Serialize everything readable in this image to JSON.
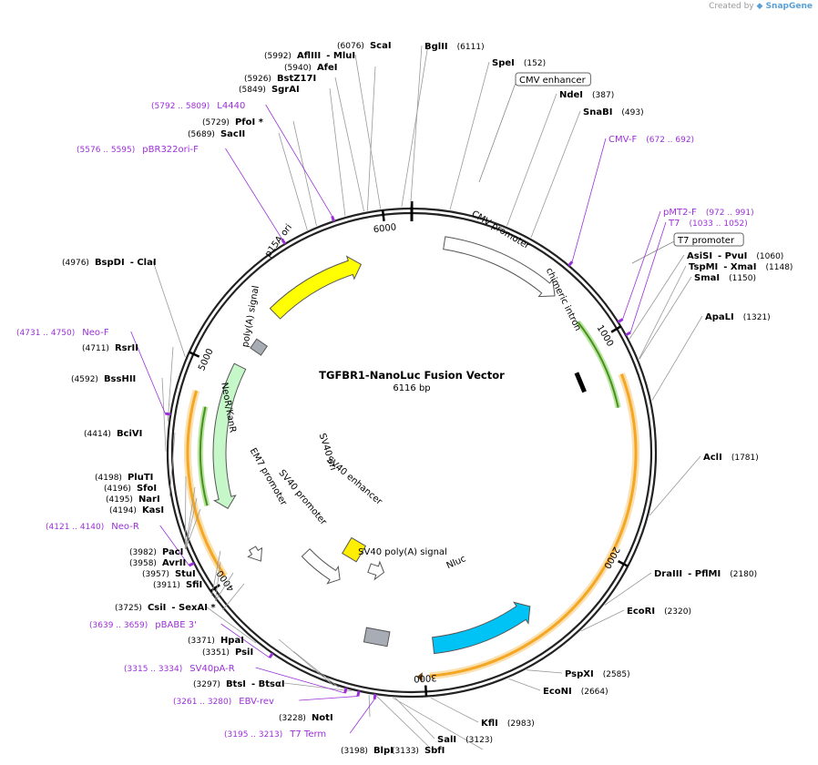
{
  "credit": {
    "prefix": "Created by",
    "brand": "SnapGene"
  },
  "map": {
    "name": "TGFBR1-NanoLuc Fusion Vector",
    "length_text": "6116 bp",
    "length": 6116
  },
  "ticks": [
    {
      "label": "1000"
    },
    {
      "label": "2000"
    },
    {
      "label": "3000"
    },
    {
      "label": "4000"
    },
    {
      "label": "5000"
    },
    {
      "label": "6000"
    }
  ],
  "sites": [
    {
      "text": "BglII",
      "pos": "(6111)"
    },
    {
      "text": "SpeI",
      "pos": "(152)"
    },
    {
      "text": "NdeI",
      "pos": "(387)"
    },
    {
      "text": "SnaBI",
      "pos": "(493)"
    },
    {
      "text": "AsiSI",
      "text2": "- PvuI",
      "pos": "(1060)"
    },
    {
      "text": "TspMI",
      "text2": "- XmaI",
      "pos": "(1148)"
    },
    {
      "text": "SmaI",
      "pos": "(1150)"
    },
    {
      "text": "ApaLI",
      "pos": "(1321)"
    },
    {
      "text": "AclI",
      "pos": "(1781)"
    },
    {
      "text": "DraIII",
      "text2": "- PflMI",
      "pos": "(2180)"
    },
    {
      "text": "EcoRI",
      "pos": "(2320)"
    },
    {
      "text": "PspXI",
      "pos": "(2585)"
    },
    {
      "text": "EcoNI",
      "pos": "(2664)"
    },
    {
      "text": "KflI",
      "pos": "(2983)"
    },
    {
      "text": "SalI",
      "pos": "(3123)"
    },
    {
      "text": "SbfI",
      "pos": "(3133)"
    },
    {
      "text": "BlpI",
      "pos": "(3198)"
    },
    {
      "text": "NotI",
      "pos": "(3228)"
    },
    {
      "text": "BtsI",
      "text2": "- BtsαI",
      "pos": "(3297)"
    },
    {
      "text": "PsiI",
      "pos": "(3351)"
    },
    {
      "text": "HpaI",
      "pos": "(3371)"
    },
    {
      "text": "CsiI",
      "text2": "- SexAI *",
      "pos": "(3725)"
    },
    {
      "text": "SfiI",
      "pos": "(3911)"
    },
    {
      "text": "StuI",
      "pos": "(3957)"
    },
    {
      "text": "AvrII",
      "pos": "(3958)"
    },
    {
      "text": "PacI",
      "pos": "(3982)"
    },
    {
      "text": "KasI",
      "pos": "(4194)"
    },
    {
      "text": "NarI",
      "pos": "(4195)"
    },
    {
      "text": "SfoI",
      "pos": "(4196)"
    },
    {
      "text": "PluTI",
      "pos": "(4198)"
    },
    {
      "text": "BciVI",
      "pos": "(4414)"
    },
    {
      "text": "BssHII",
      "pos": "(4592)"
    },
    {
      "text": "RsrII",
      "pos": "(4711)"
    },
    {
      "text": "BspDI",
      "text2": "- ClaI",
      "pos": "(4976)"
    },
    {
      "text": "SacII",
      "pos": "(5689)"
    },
    {
      "text": "PfoI *",
      "pos": "(5729)"
    },
    {
      "text": "SgrAI",
      "pos": "(5849)"
    },
    {
      "text": "BstZ17I",
      "pos": "(5926)"
    },
    {
      "text": "AfeI",
      "pos": "(5940)"
    },
    {
      "text": "AflIII",
      "text2": "- MluI",
      "pos": "(5992)"
    },
    {
      "text": "ScaI",
      "pos": "(6076)"
    }
  ],
  "primers": [
    {
      "text": "CMV-F",
      "pos": "(672 .. 692)"
    },
    {
      "text": "pMT2-F",
      "pos": "(972 .. 991)"
    },
    {
      "text": "T7",
      "pos": "(1033 .. 1052)"
    },
    {
      "text": "SV40pA-R",
      "pos": "(3315 .. 3334)"
    },
    {
      "text": "EBV-rev",
      "pos": "(3261 .. 3280)"
    },
    {
      "text": "T7 Term",
      "pos": "(3195 .. 3213)"
    },
    {
      "text": "pBABE 3'",
      "pos": "(3639 .. 3659)"
    },
    {
      "text": "Neo-R",
      "pos": "(4121 .. 4140)"
    },
    {
      "text": "Neo-F",
      "pos": "(4731 .. 4750)"
    },
    {
      "text": "L4440",
      "pos": "(5792 .. 5809)"
    },
    {
      "text": "pBR322ori-F",
      "pos": "(5576 .. 5595)"
    }
  ],
  "features": [
    {
      "name": "CMV enhancer",
      "color": "#ffffff"
    },
    {
      "name": "CMV promoter",
      "color": "#ffffff"
    },
    {
      "name": "T7 promoter",
      "color": "#ffffff"
    },
    {
      "name": "chimeric intron",
      "color": "#000000"
    },
    {
      "name": "Nluc",
      "color": "#00c3f5"
    },
    {
      "name": "SV40 poly(A) signal",
      "color": "#a8adb5"
    },
    {
      "name": "SV40 ori",
      "color": "#ffee00"
    },
    {
      "name": "SV40 enhancer",
      "color": "#ffffff"
    },
    {
      "name": "SV40 promoter",
      "color": "#ffffff"
    },
    {
      "name": "EM7 promoter",
      "color": "#ffffff"
    },
    {
      "name": "NeoR/KanR",
      "color": "#c6f7c9"
    },
    {
      "name": "poly(A) signal",
      "color": "#a8adb5"
    },
    {
      "name": "p15A ori",
      "color": "#ffff00"
    }
  ],
  "colors": {
    "backbone": "#222222",
    "orf": "#f5a623",
    "orf_inner": "#4a8f1e",
    "primer": "#9b30d9"
  }
}
